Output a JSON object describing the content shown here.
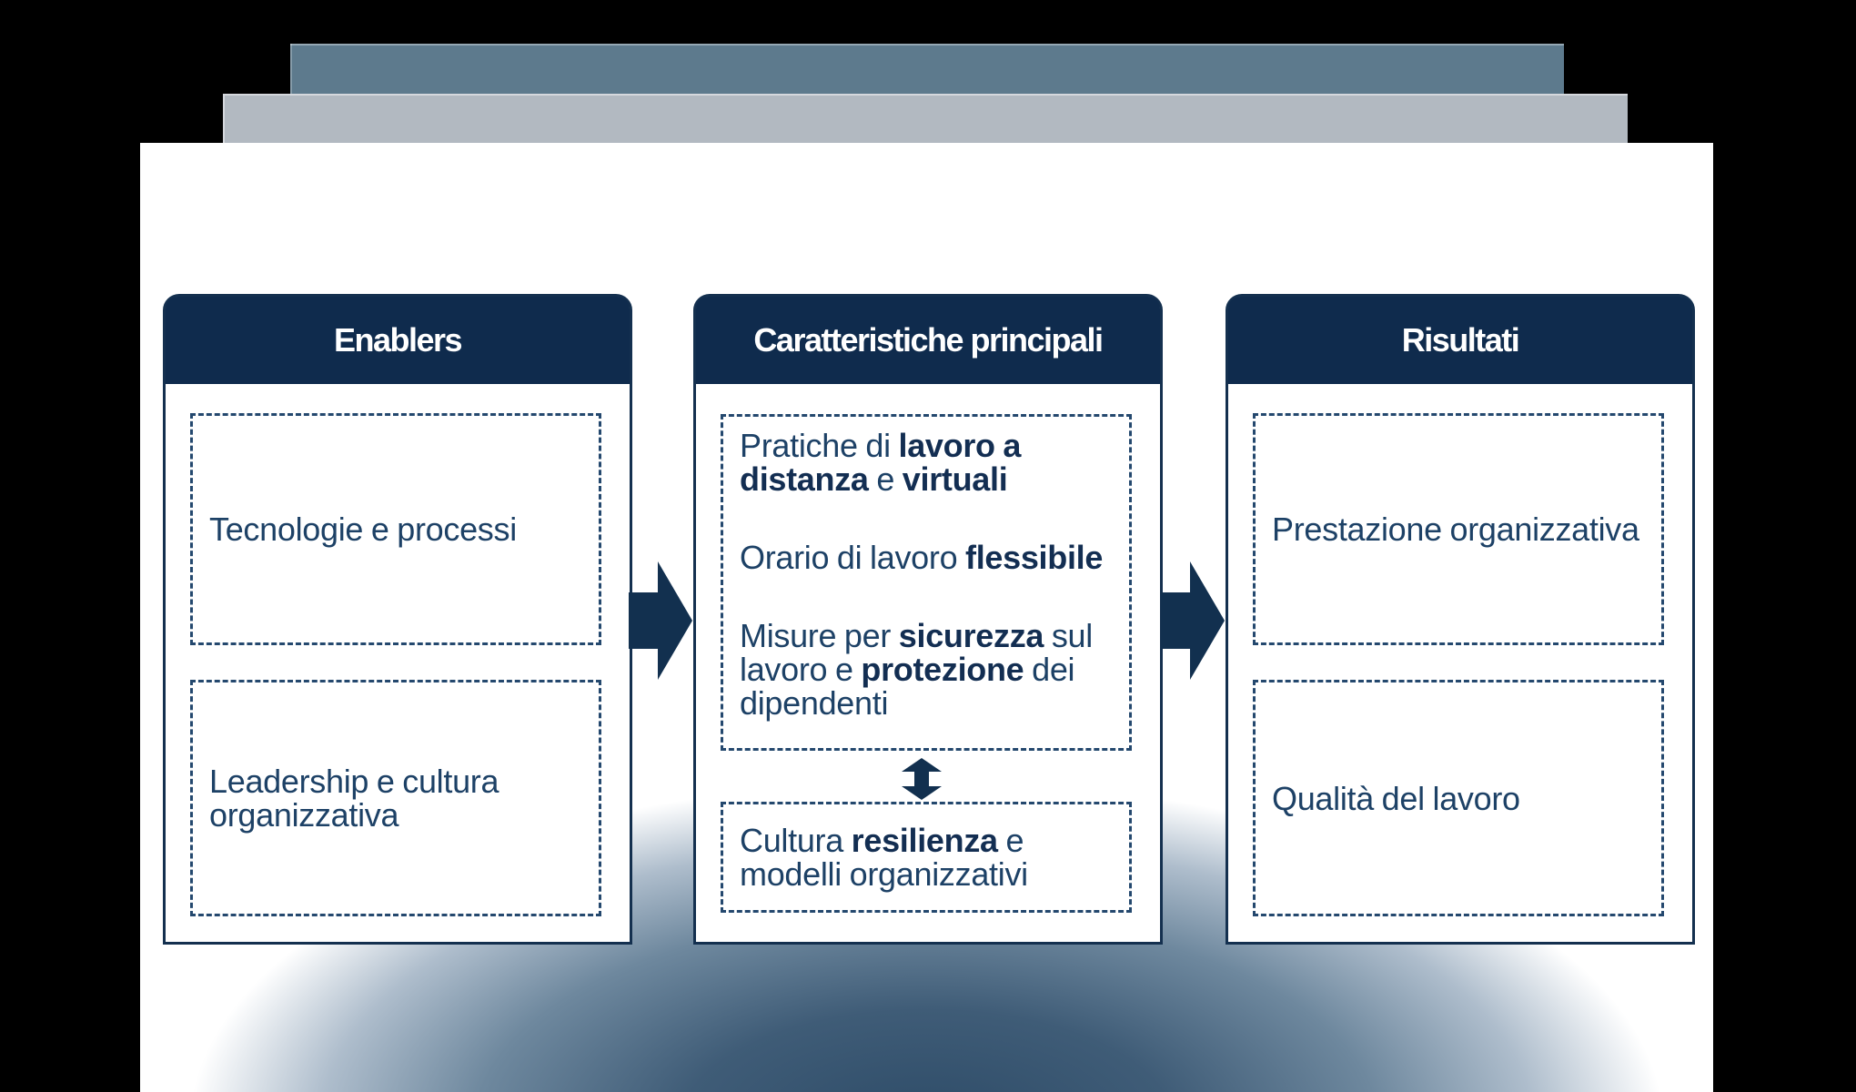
{
  "palette": {
    "background": "#000000",
    "canvas": "#ffffff",
    "navy_header": "#0f2b4d",
    "navy_border": "#14304f",
    "dashed_border": "#24486e",
    "body_text": "#1d4166",
    "bold_text": "#132e52",
    "arrow_fill": "#12304f",
    "top_bar_dark": "#5d7a8d",
    "top_bar_light": "#b2b9c1",
    "bottom_glow": "#2e4c68"
  },
  "icons": {
    "flow_arrow": "arrow-right-icon",
    "link_arrow": "arrow-up-down-icon"
  },
  "columns": [
    {
      "title": "Enablers",
      "boxes": [
        {
          "paragraphs": [
            {
              "segments": [
                {
                  "text": "Tecnologie e processi"
                }
              ]
            }
          ]
        },
        {
          "paragraphs": [
            {
              "segments": [
                {
                  "text": "Leadership e cultura organizzativa"
                }
              ]
            }
          ]
        }
      ]
    },
    {
      "title": "Caratteristiche principali",
      "boxes": [
        {
          "paragraphs": [
            {
              "segments": [
                {
                  "text": "Pratiche di "
                },
                {
                  "text": "lavoro a distanza",
                  "bold": true
                },
                {
                  "text": " e "
                },
                {
                  "text": "virtuali",
                  "bold": true
                }
              ]
            },
            {
              "segments": [
                {
                  "text": "Orario di lavoro "
                },
                {
                  "text": "flessibile",
                  "bold": true
                }
              ]
            },
            {
              "segments": [
                {
                  "text": "Misure per "
                },
                {
                  "text": "sicurezza",
                  "bold": true
                },
                {
                  "text": " sul lavoro e "
                },
                {
                  "text": "protezione",
                  "bold": true
                },
                {
                  "text": " dei dipendenti"
                }
              ]
            }
          ]
        },
        {
          "paragraphs": [
            {
              "segments": [
                {
                  "text": "Cultura "
                },
                {
                  "text": "resilienza",
                  "bold": true
                },
                {
                  "text": " e modelli organizzativi"
                }
              ]
            }
          ]
        }
      ]
    },
    {
      "title": "Risultati",
      "boxes": [
        {
          "paragraphs": [
            {
              "segments": [
                {
                  "text": "Prestazione organizzativa"
                }
              ]
            }
          ]
        },
        {
          "paragraphs": [
            {
              "segments": [
                {
                  "text": "Qualità del lavoro"
                }
              ]
            }
          ]
        }
      ]
    }
  ]
}
